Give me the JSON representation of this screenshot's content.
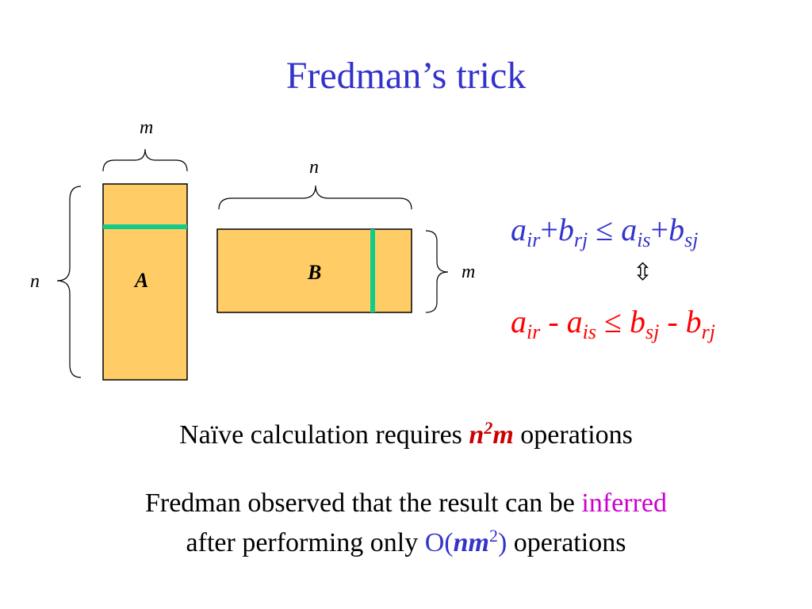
{
  "title": "Fredman’s trick",
  "diagram": {
    "matrix_a": {
      "label": "A",
      "width_dim": "m",
      "height_dim": "n"
    },
    "matrix_b": {
      "label": "B",
      "width_dim": "n",
      "height_dim": "m"
    },
    "colors": {
      "matrix_fill": "#ffcc66",
      "highlight": "#11cc88",
      "stroke": "#000000"
    }
  },
  "equations": {
    "top": {
      "a": "a",
      "a_sub": "ir",
      "plus1": "+",
      "b": "b",
      "b_sub": "rj",
      "leq": "≤",
      "a2": "a",
      "a2_sub": "is",
      "plus2": "+",
      "b2": "b",
      "b2_sub": "sj",
      "color": "#3333cc"
    },
    "iff": "⇳",
    "bottom": {
      "a": "a",
      "a_sub": "ir",
      "minus1": "-",
      "a2": "a",
      "a2_sub": "is",
      "leq": "≤",
      "b": "b",
      "b_sub": "sj",
      "minus2": "-",
      "b2": "b",
      "b2_sub": "rj",
      "color": "#ff0000"
    }
  },
  "text": {
    "line1_prefix": "Naïve calculation requires ",
    "line1_n": "n",
    "line1_exp": "2",
    "line1_m": "m",
    "line1_suffix": " operations",
    "line2_prefix": "Fredman observed that the result can be ",
    "line2_highlight": "inferred",
    "line3_prefix": "after performing only ",
    "line3_o_open": "O(",
    "line3_nm": "nm",
    "line3_exp": "2",
    "line3_close": ")",
    "line3_suffix": " operations"
  }
}
